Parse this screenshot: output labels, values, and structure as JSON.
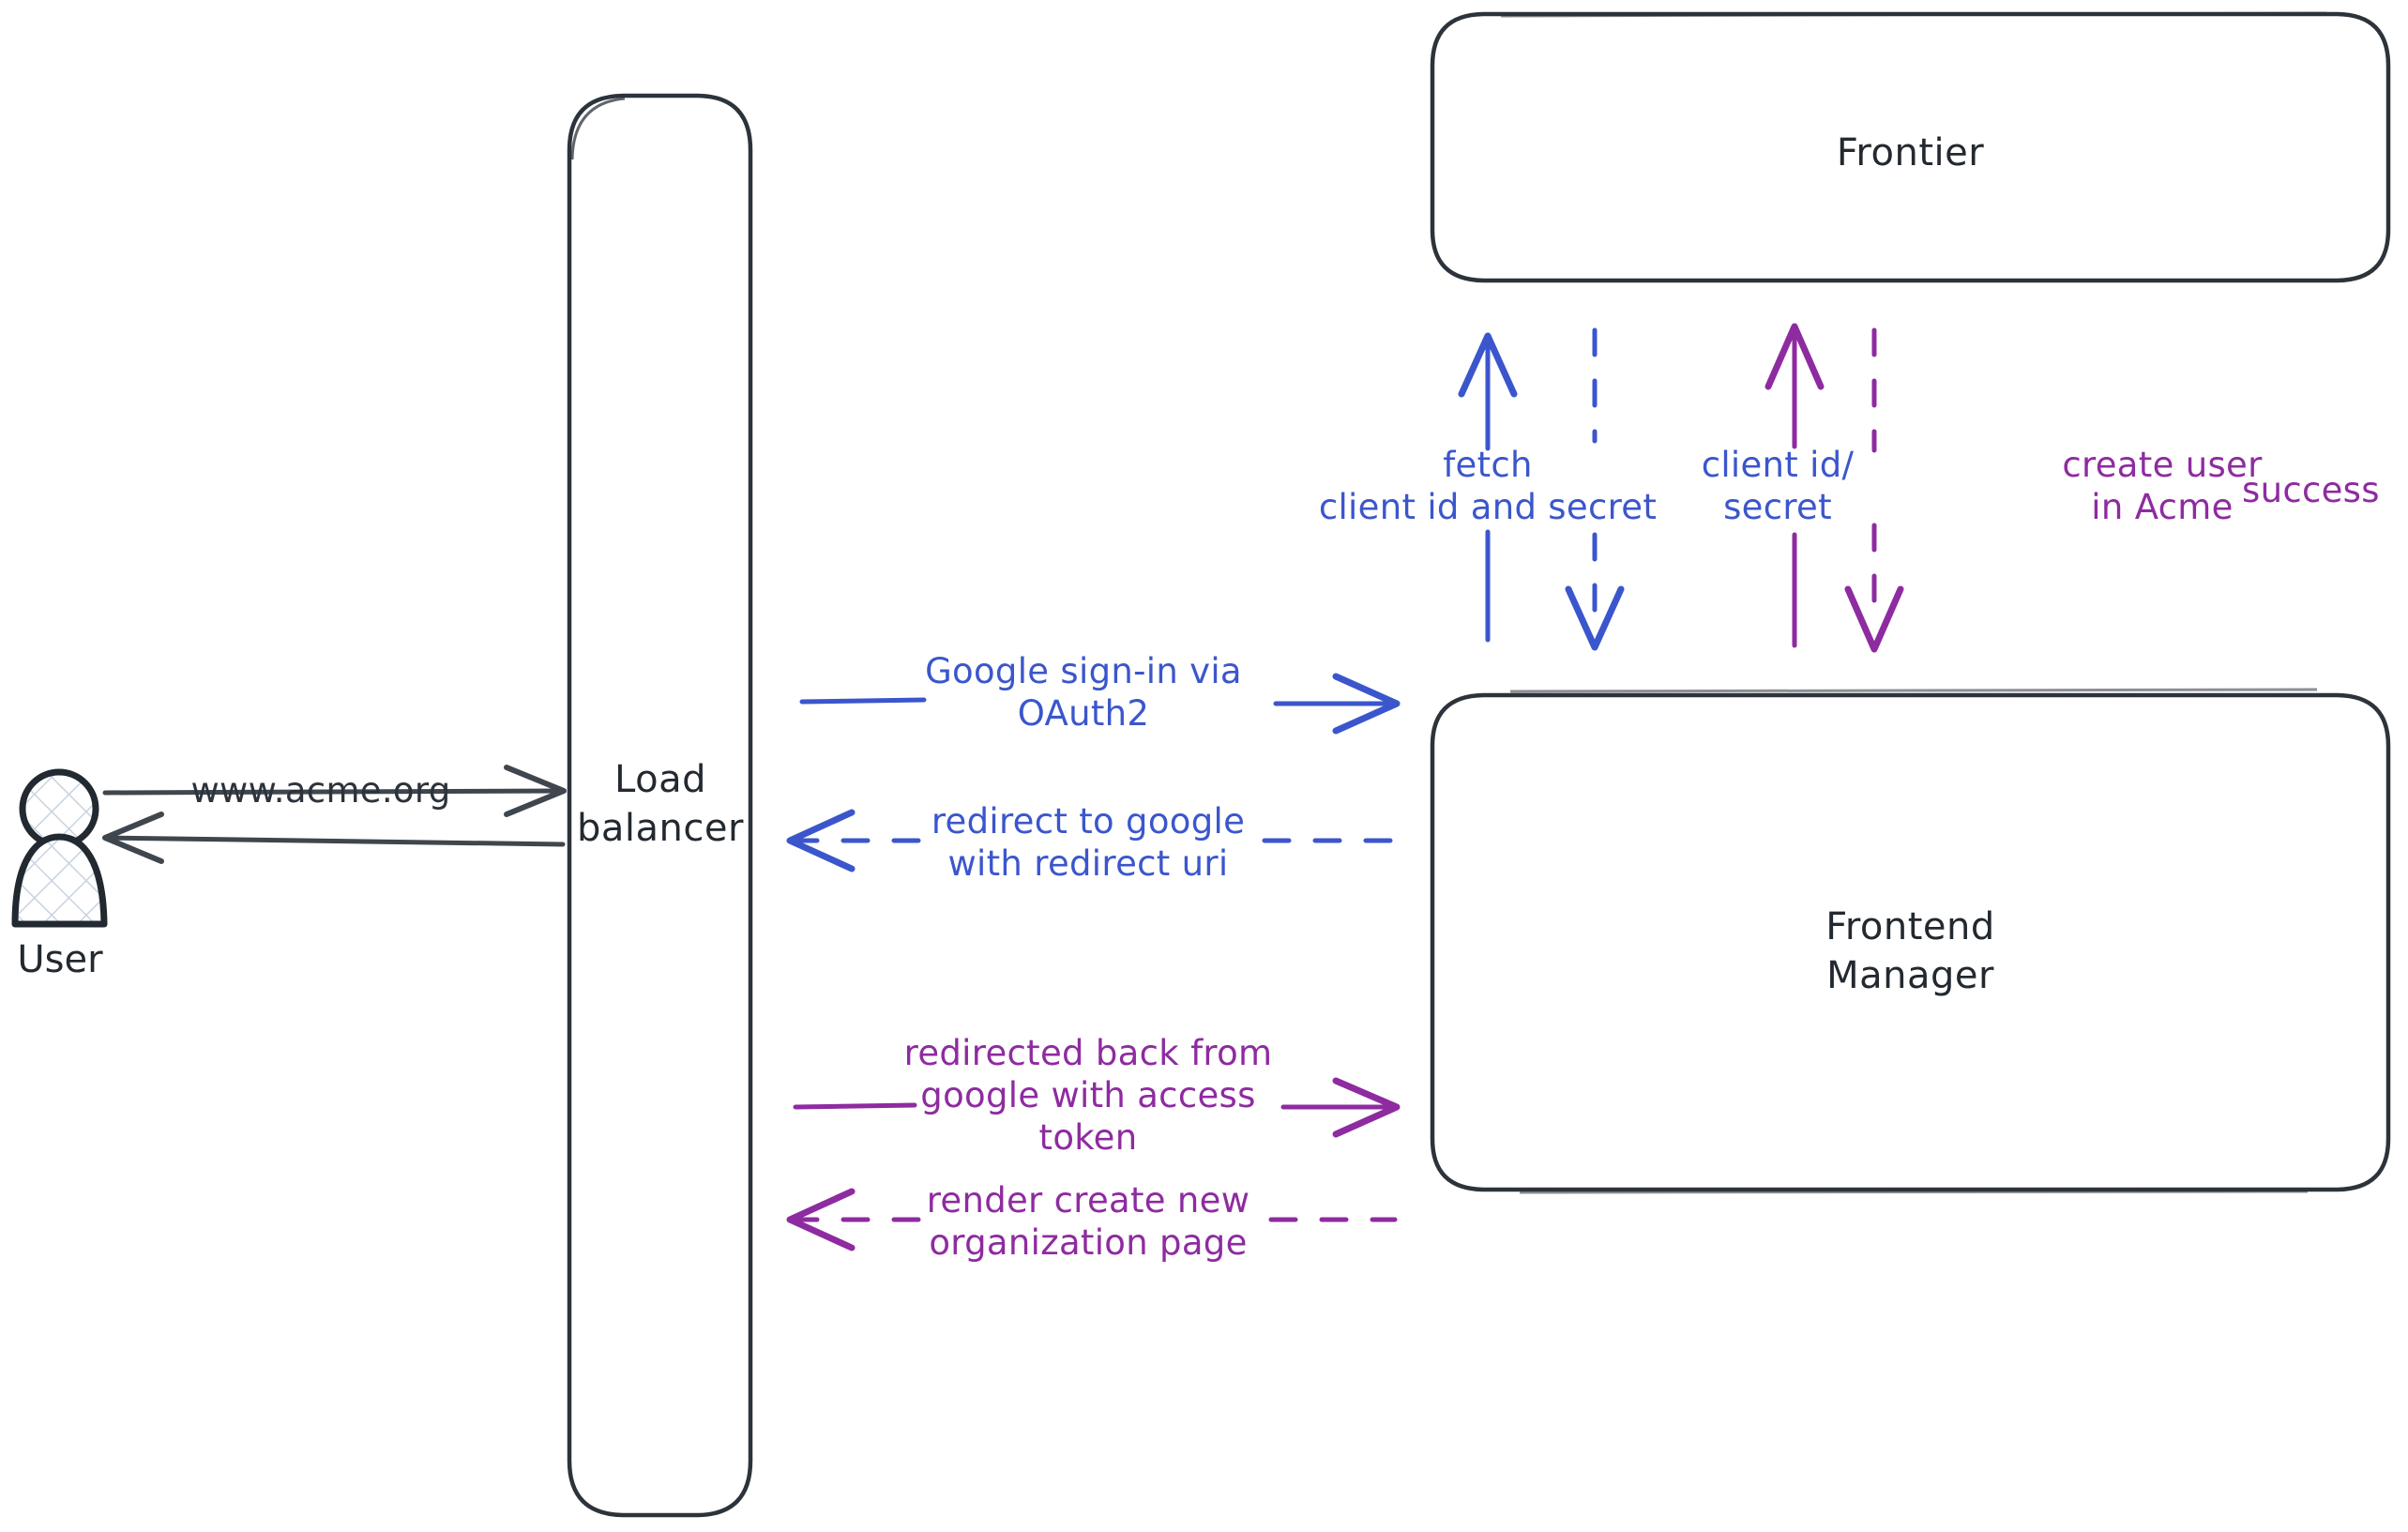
{
  "diagram": {
    "title": "OAuth2 sign-in sequence diagram",
    "background": "#ffffff",
    "colors": {
      "stroke_dark": "#2c333b",
      "blue": "#3b56cc",
      "purple": "#8e2ba0",
      "actor_fill_hatch": "#c8d3e0"
    }
  },
  "actors": [
    {
      "id": "user",
      "label": "User",
      "icon": "person-icon"
    }
  ],
  "nodes": [
    {
      "id": "load-balancer",
      "label": "Load\nbalancer"
    },
    {
      "id": "frontier",
      "label": "Frontier"
    },
    {
      "id": "frontend-manager",
      "label": "Frontend\nManager"
    }
  ],
  "edges": [
    {
      "id": "user-to-lb",
      "label": "www.acme.org",
      "color": "dark",
      "style": "solid",
      "direction": "right",
      "from": "user",
      "to": "load-balancer"
    },
    {
      "id": "lb-to-user",
      "label": "",
      "color": "dark",
      "style": "solid",
      "direction": "left",
      "from": "load-balancer",
      "to": "user"
    },
    {
      "id": "lb-to-fm-signin",
      "label": "Google sign-in via\nOAuth2",
      "color": "blue",
      "style": "solid",
      "direction": "right",
      "from": "load-balancer",
      "to": "frontend-manager"
    },
    {
      "id": "fm-to-lb-redirect",
      "label": "redirect to google\nwith redirect uri",
      "color": "blue",
      "style": "dashed",
      "direction": "left",
      "from": "frontend-manager",
      "to": "load-balancer"
    },
    {
      "id": "lb-to-fm-token",
      "label": "redirected back from\ngoogle with access\ntoken",
      "color": "purple",
      "style": "solid",
      "direction": "right",
      "from": "load-balancer",
      "to": "frontend-manager"
    },
    {
      "id": "fm-to-lb-render",
      "label": "render create new\norganization page",
      "color": "purple",
      "style": "dashed",
      "direction": "left",
      "from": "frontend-manager",
      "to": "load-balancer"
    },
    {
      "id": "fm-to-frontier-fetch",
      "label": "fetch\nclient id and secret",
      "color": "blue",
      "style": "solid",
      "direction": "up",
      "from": "frontend-manager",
      "to": "frontier"
    },
    {
      "id": "frontier-to-fm-clientid",
      "label": "client id/\nsecret",
      "color": "blue",
      "style": "dashed",
      "direction": "down",
      "from": "frontier",
      "to": "frontend-manager"
    },
    {
      "id": "fm-to-frontier-createuser",
      "label": "create user\nin Acme",
      "color": "purple",
      "style": "solid",
      "direction": "up",
      "from": "frontend-manager",
      "to": "frontier"
    },
    {
      "id": "frontier-to-fm-success",
      "label": "success",
      "color": "purple",
      "style": "dashed",
      "direction": "down",
      "from": "frontier",
      "to": "frontend-manager"
    }
  ]
}
